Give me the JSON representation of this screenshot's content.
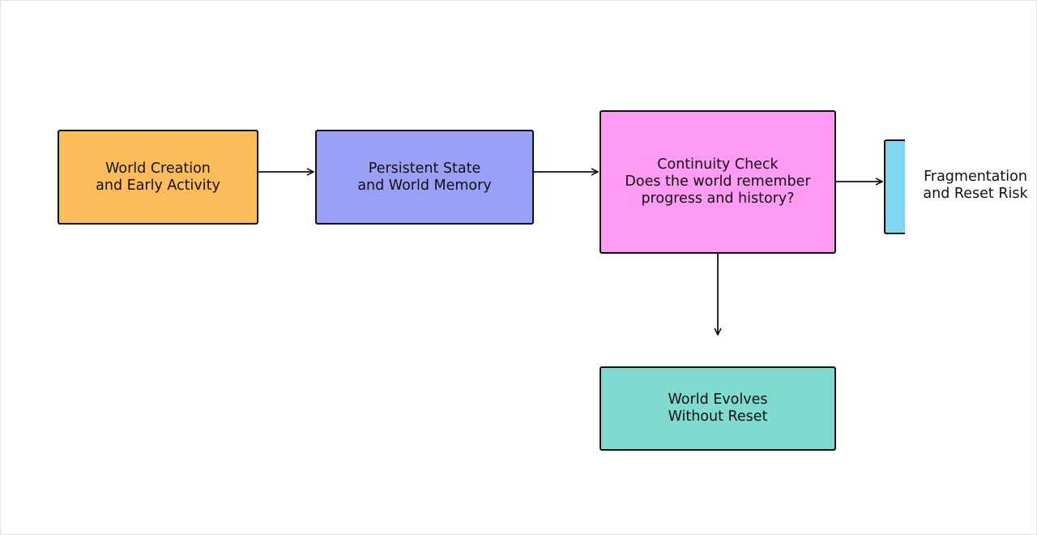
{
  "diagram": {
    "nodes": [
      {
        "id": "world-creation",
        "label": "World Creation\nand Early Activity",
        "color": "#FDBC5A"
      },
      {
        "id": "persistent-state",
        "label": "Persistent State\nand World Memory",
        "color": "#9BA0F7"
      },
      {
        "id": "continuity-check",
        "label": "Continuity Check\nDoes the world remember\nprogress and history?",
        "color": "#FF9BF3"
      },
      {
        "id": "fragmentation",
        "label": "Fragmentation\nand Reset Risk",
        "color": "#7FD6EF"
      },
      {
        "id": "world-evolves",
        "label": "World Evolves\nWithout Reset",
        "color": "#7FDAD0"
      }
    ],
    "edges": [
      {
        "from": "world-creation",
        "to": "persistent-state"
      },
      {
        "from": "persistent-state",
        "to": "continuity-check"
      },
      {
        "from": "continuity-check",
        "to": "fragmentation"
      },
      {
        "from": "continuity-check",
        "to": "world-evolves"
      }
    ]
  }
}
